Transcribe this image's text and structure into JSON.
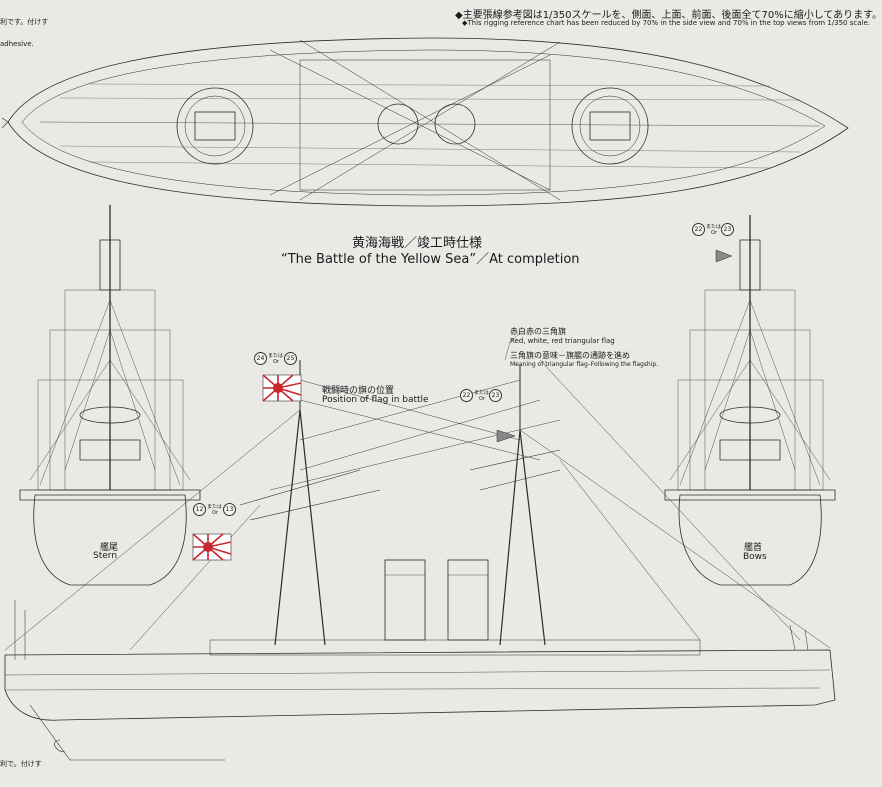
{
  "header": {
    "note_jp": "◆主要張線参考図は1/350スケールを、側面、上面、前面、後面全て70%に縮小してあります。",
    "note_en": "◆This rigging reference chart has been reduced by 70% in the side view and 70% in the top  views from 1/350 scale."
  },
  "fragments": {
    "left_top": "利です。付けす",
    "left_adhesive": "adhesive.",
    "left_bottom": "利で。付けす"
  },
  "title": {
    "jp": "黄海海戦／竣工時仕様",
    "en": "“The Battle of the Yellow Sea”／At completion"
  },
  "annotations": {
    "triangular_flag_jp": "赤白赤の三角旗",
    "triangular_flag_en": "Red, white, red triangular flag",
    "meaning_jp": "三角旗の意味－旗艦の通跡を進め",
    "meaning_en": "Meaning of triangular flag–Following the flagship.",
    "flag_position_jp": "戦闘時の旗の位置",
    "flag_position_en": "Position of flag in battle"
  },
  "views": {
    "stern_jp": "艦尾",
    "stern_en": "Stern",
    "bows_jp": "艦首",
    "bows_en": "Bows"
  },
  "part_numbers": {
    "p12": "12",
    "p13": "13",
    "p22": "22",
    "p23": "23",
    "p24": "24",
    "p25": "25",
    "or_jp": "または",
    "or_en": "Or"
  },
  "colors": {
    "paper": "#e9e9e6",
    "line": "#2b2b2b",
    "flag_red": "#c8282d"
  }
}
